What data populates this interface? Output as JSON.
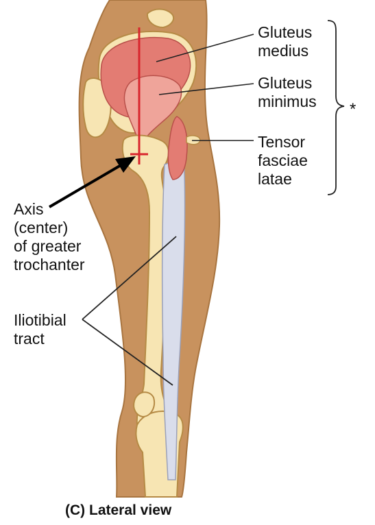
{
  "labels": {
    "gluteus_medius": [
      "Gluteus",
      "medius"
    ],
    "gluteus_minimus": [
      "Gluteus",
      "minimus"
    ],
    "tensor_fasciae_latae": [
      "Tensor",
      "fasciae",
      "latae"
    ],
    "axis": [
      "Axis",
      "(center)",
      "of greater",
      "trochanter"
    ],
    "iliotibial": [
      "Iliotibial",
      "tract"
    ],
    "asterisk": "*"
  },
  "caption": "(C) Lateral view",
  "colors": {
    "skin": "#C8925E",
    "skin_dark": "#A8743F",
    "bone": "#F7E5B3",
    "muscle": "#E37C73",
    "muscle_light": "#EFA49A",
    "fascia": "#D9DDEB",
    "axis_line": "#D8262E",
    "leader": "#222222"
  }
}
